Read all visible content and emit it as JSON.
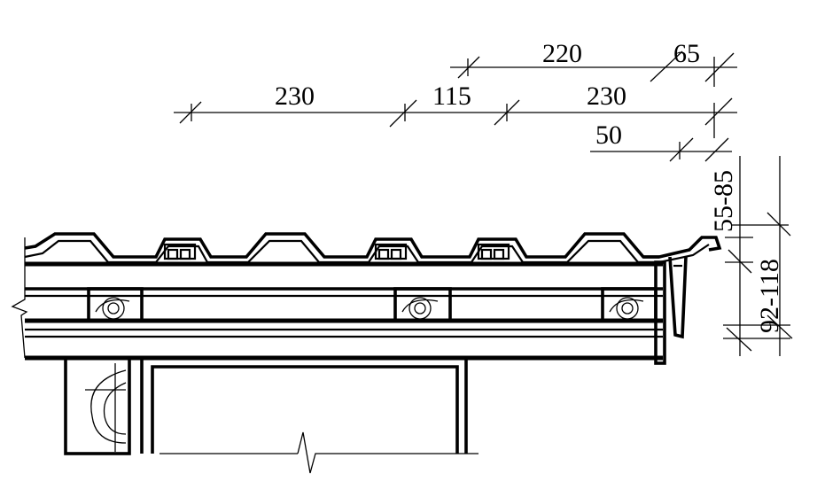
{
  "drawing": {
    "dimensions_top": {
      "d220": "220",
      "d65": "65",
      "d230_left": "230",
      "d115": "115",
      "d230_right": "230",
      "d50": "50"
    },
    "dimensions_side": {
      "d55_85": "55-85",
      "d92_118": "92-118"
    }
  }
}
